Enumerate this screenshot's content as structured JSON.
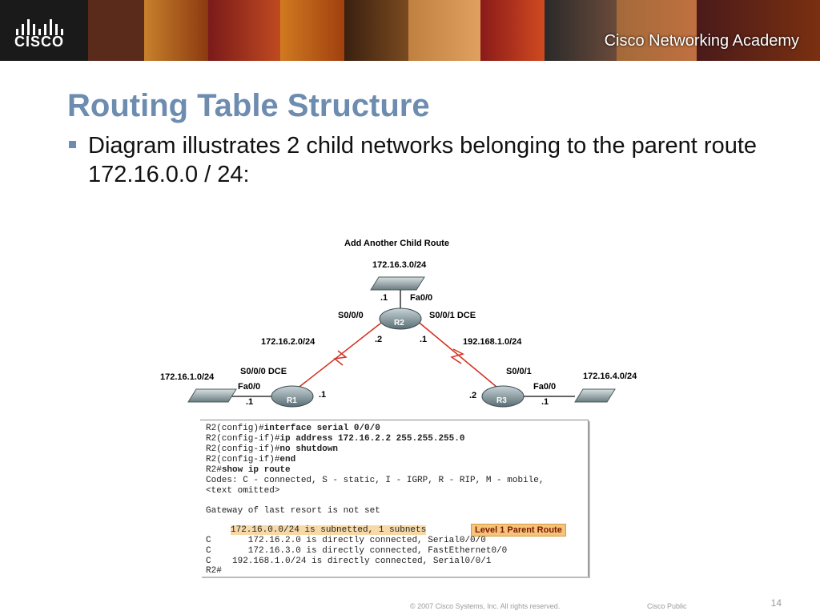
{
  "header": {
    "logo_text": "CISCO",
    "academy_text": "Cisco Networking Academy",
    "photo_colors": [
      "#5a2a1a",
      "#d07a20",
      "#8a1a1a",
      "#c9802c",
      "#3a2010",
      "#b45a20",
      "#7a3010",
      "#d04a20",
      "#2a2a2a",
      "#a46a3a",
      "#4a1a1a",
      "#c07040"
    ]
  },
  "slide": {
    "title": "Routing Table Structure",
    "bullet": "Diagram illustrates 2 child networks belonging to the parent route 172.16.0.0 / 24:"
  },
  "diagram": {
    "title": "Add Another Child Route",
    "r2_lan": "172.16.3.0/24",
    "r2_lan_if": "Fa0/0",
    "r2_lan_ip": ".1",
    "r2_s000": "S0/0/0",
    "r2_s001": "S0/0/1 DCE",
    "r2_name": "R2",
    "r1_r2_net": "172.16.2.0/24",
    "r2_r3_net": "192.168.1.0/24",
    "r2_s000_ip": ".2",
    "r2_s001_ip": ".1",
    "r1_lan": "172.16.1.0/24",
    "r1_s000": "S0/0/0 DCE",
    "r1_fa": "Fa0/0",
    "r1_fa_ip": ".1",
    "r1_s_ip": ".1",
    "r1_name": "R1",
    "r3_s": "S0/0/1",
    "r3_lan": "172.16.4.0/24",
    "r3_fa": "Fa0/0",
    "r3_s_ip": ".2",
    "r3_fa_ip": ".1",
    "r3_name": "R3"
  },
  "console": {
    "l1a": "R2(config)#",
    "l1b": "interface serial 0/0/0",
    "l2a": "R2(config-if)#",
    "l2b": "ip address 172.16.2.2 255.255.255.0",
    "l3a": "R2(config-if)#",
    "l3b": "no shutdown",
    "l4a": "R2(config-if)#",
    "l4b": "end",
    "l5a": "R2#",
    "l5b": "show ip route",
    "l6": "Codes: C - connected, S - static, I - IGRP, R - RIP, M - mobile,",
    "l7": "<text omitted>",
    "l8": "Gateway of last resort is not set",
    "l9": "172.16.0.0/24 is subnetted, 1 subnets",
    "badge": "Level 1 Parent Route",
    "l10": "C       172.16.2.0 is directly connected, Serial0/0/0",
    "l11": "C       172.16.3.0 is directly connected, FastEthernet0/0",
    "l12": "C    192.168.1.0/24 is directly connected, Serial0/0/1",
    "l13": "R2#"
  },
  "footer": {
    "copyright": "© 2007 Cisco Systems, Inc. All rights reserved.",
    "classification": "Cisco Public",
    "page": "14"
  }
}
